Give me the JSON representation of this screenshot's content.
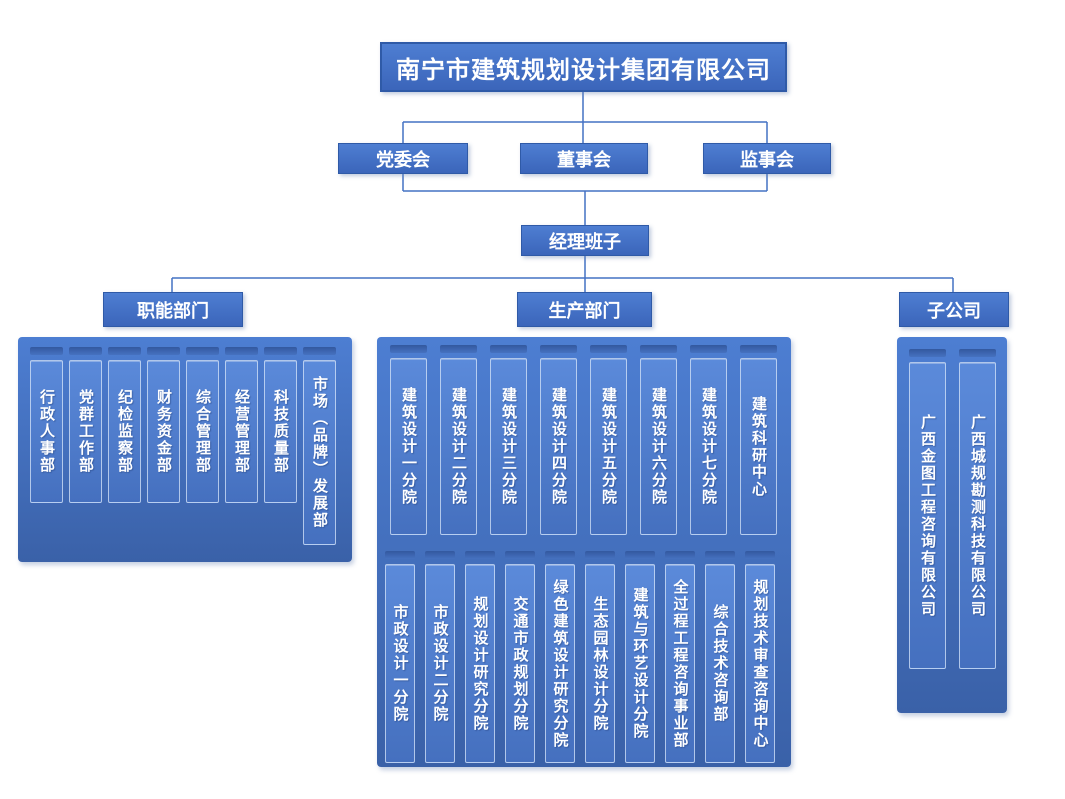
{
  "colors": {
    "accent_connector": "#4472C4",
    "box_fill": "#3F6CC3",
    "box_border": "#2F5AA7",
    "container_fill": "#4573C5",
    "column_fill": "#4F7CCB",
    "text": "#FFFFFF"
  },
  "root": {
    "label": "南宁市建筑规划设计集团有限公司"
  },
  "governance": [
    {
      "label": "党委会"
    },
    {
      "label": "董事会"
    },
    {
      "label": "监事会"
    }
  ],
  "management": {
    "label": "经理班子"
  },
  "groups": [
    {
      "id": "functional",
      "header": "职能部门",
      "rows": [
        [
          "行政人事部",
          "党群工作部",
          "纪检监察部",
          "财务资金部",
          "综合管理部",
          "经营管理部",
          "科技质量部",
          "市场（品牌）发展部"
        ]
      ]
    },
    {
      "id": "production",
      "header": "生产部门",
      "rows": [
        [
          "建筑设计一分院",
          "建筑设计二分院",
          "建筑设计三分院",
          "建筑设计四分院",
          "建筑设计五分院",
          "建筑设计六分院",
          "建筑设计七分院",
          "建筑科研中心"
        ],
        [
          "市政设计一分院",
          "市政设计二分院",
          "规划设计研究分院",
          "交通市政规划分院",
          "绿色建筑设计研究分院",
          "生态园林设计分院",
          "建筑与环艺设计分院",
          "全过程工程咨询事业部",
          "综合技术咨询部",
          "规划技术审查咨询中心"
        ]
      ]
    },
    {
      "id": "subsidiaries",
      "header": "子公司",
      "rows": [
        [
          "广西金图工程咨询有限公司",
          "广西城规勘测科技有限公司"
        ]
      ]
    }
  ]
}
